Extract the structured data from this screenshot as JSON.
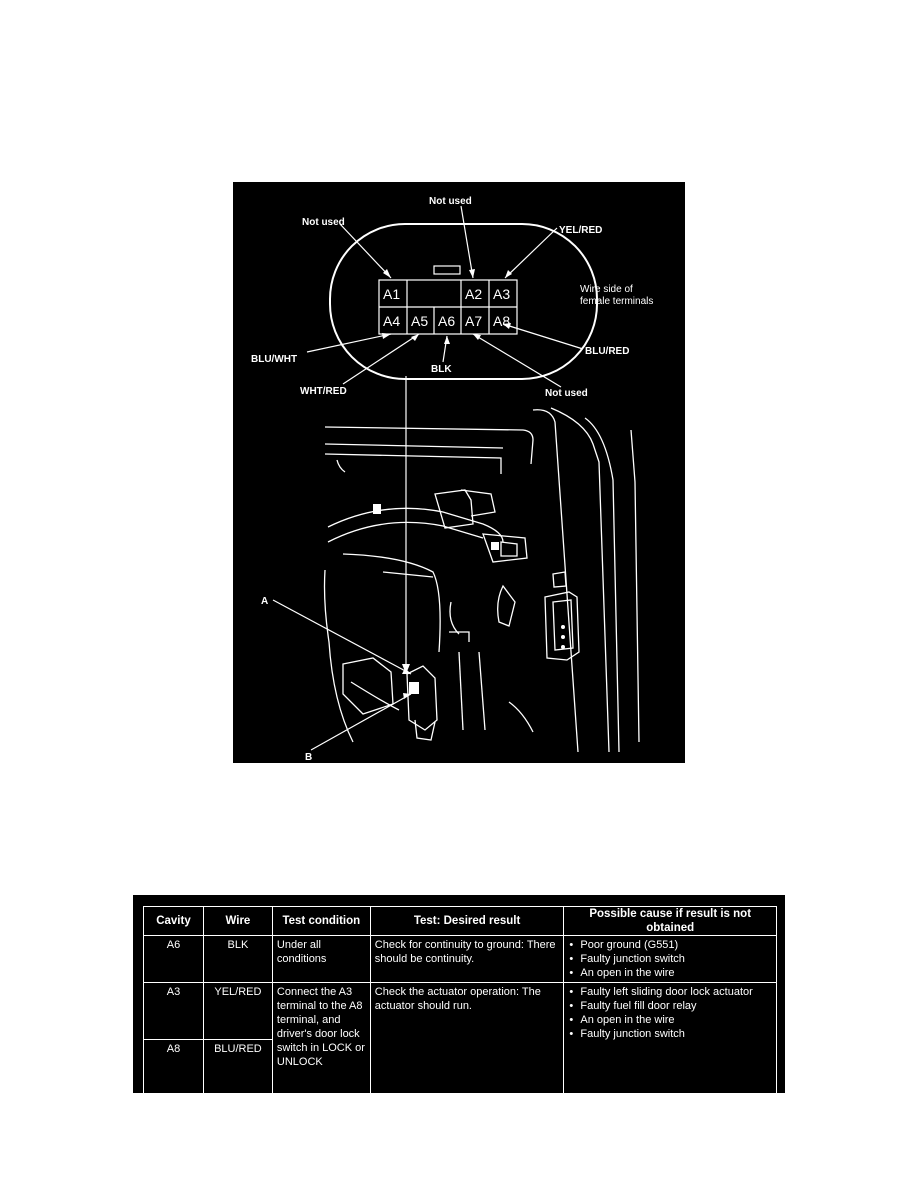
{
  "connector": {
    "cavities_top": [
      "A1",
      "",
      "A2",
      "A3"
    ],
    "cavities_bottom": [
      "A4",
      "A5",
      "A6",
      "A7",
      "A8"
    ],
    "side_note_line1": "Wire side of",
    "side_note_line2": "female terminals"
  },
  "labels": {
    "not_used_top": "Not used",
    "not_used_left": "Not used",
    "yel_red": "YEL/RED",
    "blu_wht": "BLU/WHT",
    "blk": "BLK",
    "blu_red": "BLU/RED",
    "wht_red": "WHT/RED",
    "not_used_bottom": "Not used",
    "callout_a": "A",
    "callout_b": "B"
  },
  "table": {
    "headers": [
      "Cavity",
      "Wire",
      "Test condition",
      "Test: Desired result",
      "Possible cause if result is not obtained"
    ],
    "rows": [
      {
        "cavity": "A6",
        "wire": "BLK",
        "condition": "Under all conditions",
        "result": "Check for continuity to ground: There should be continuity.",
        "causes": [
          "Poor ground (G551)",
          "Faulty junction switch",
          "An open in the wire"
        ]
      },
      {
        "cavity": "A3",
        "wire": "YEL/RED",
        "condition": "Connect the A3 terminal to the A8 terminal, and driver's door lock switch in LOCK or UNLOCK",
        "result": "Check the actuator operation: The actuator should run.",
        "causes": [
          "Faulty left sliding door lock actuator",
          "Faulty fuel fill door relay",
          "An open in the wire",
          "Faulty junction switch"
        ]
      },
      {
        "cavity": "A8",
        "wire": "BLU/RED"
      }
    ]
  }
}
